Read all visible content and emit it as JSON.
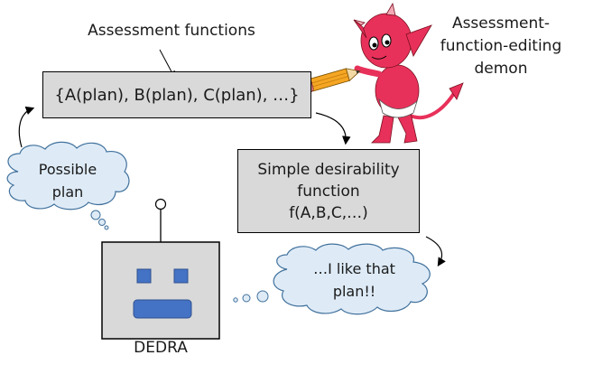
{
  "diagram": {
    "assessment_label": "Assessment functions",
    "assessment_box_text": "{A(plan), B(plan), C(plan), …}",
    "demon_label_lines": [
      "Assessment-",
      "function-editing",
      "demon"
    ],
    "desirability_box_lines": [
      "Simple desirability",
      "function",
      "f(A,B,C,…)"
    ],
    "possible_plan_lines": [
      "Possible",
      "plan"
    ],
    "like_plan_lines": [
      "…I like that",
      "plan!!"
    ],
    "robot_label": "DEDRA"
  },
  "colors": {
    "box_fill": "#d9d9d9",
    "cloud_fill": "#deebf7",
    "cloud_stroke": "#41719c",
    "robot_face": "#4472c4",
    "robot_face_stroke": "#2f528f",
    "demon_red": "#e8315a",
    "pencil_orange": "#f5a623"
  }
}
